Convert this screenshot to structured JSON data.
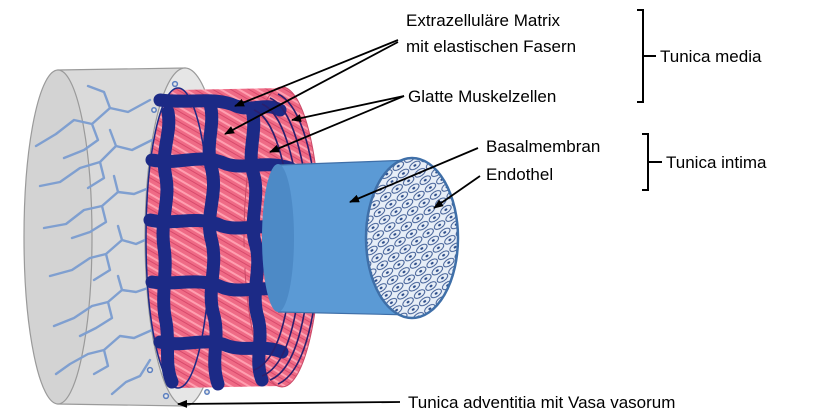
{
  "labels": {
    "extracellular_matrix": [
      "Extrazelluläre Matrix",
      "mit elastischen Fasern"
    ],
    "smooth_muscle": "Glatte Muskelzellen",
    "tunica_media": "Tunica media",
    "basement_membrane": "Basalmembran",
    "endothelium": "Endothel",
    "tunica_intima": "Tunica intima",
    "tunica_adventitia": "Tunica adventitia mit Vasa vasorum"
  },
  "colors": {
    "adventitia": "#dadada",
    "vessels": "#7f9fd0",
    "media": "#ef6b86",
    "elastic_fibers": "#1c2a86",
    "intima": "#5b9ad5",
    "endothel_fill": "#e7eef7",
    "endothel_cells": "#2d4d8a",
    "arrow": "#000000"
  }
}
